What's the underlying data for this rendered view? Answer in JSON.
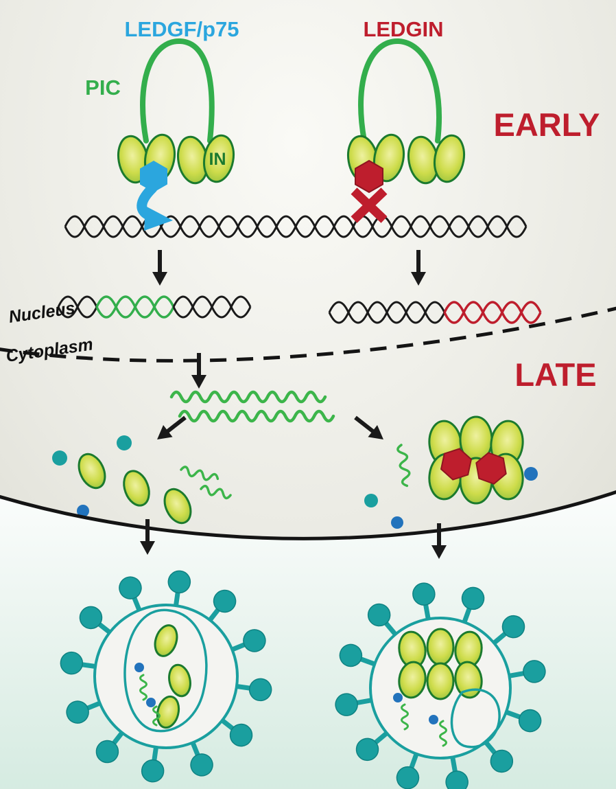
{
  "labels": {
    "ledgf": "LEDGF/p75",
    "ledgin": "LEDGIN",
    "pic": "PIC",
    "integrase": "IN",
    "early": "EARLY",
    "late": "LATE",
    "nucleus": "Nucleus",
    "cytoplasm": "Cytoplasm"
  },
  "colors": {
    "ledgf-blue": "#2BA6DE",
    "ledgin-red": "#BE1E2D",
    "loop-green": "#33AE4C",
    "rna-green": "#3CB54A",
    "oval-light": "#EEF1A0",
    "oval-mid": "#CEDC4B",
    "oval-dark": "#8FBE3B",
    "oval-stroke": "#1B7A2E",
    "teal": "#1A9F9F",
    "blue-dot": "#2273BC",
    "dna-black": "#1A1A1A"
  }
}
